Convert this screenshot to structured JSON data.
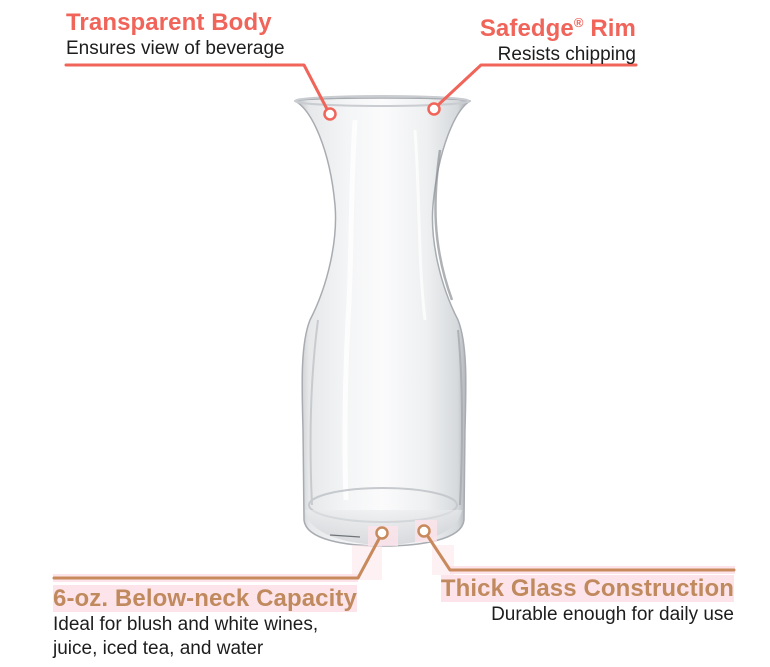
{
  "colors": {
    "accent_top": "#f0645a",
    "accent_bottom_title": "#c08a5e",
    "accent_bottom_line": "#c88a5c",
    "highlight": "#fde4ea",
    "body_text": "#1d1d1d",
    "background": "#ffffff"
  },
  "product": {
    "image_description": "clear glass carafe with flared rim, narrow neck and rounded body"
  },
  "callouts": {
    "transparent_body": {
      "title": "Transparent Body",
      "description": "Ensures view of beverage"
    },
    "safedge_rim": {
      "title_prefix": "Safedge",
      "trademark": "®",
      "title_suffix": " Rim",
      "description": "Resists chipping"
    },
    "capacity": {
      "title": "6-oz. Below-neck Capacity",
      "description_line1": "Ideal for blush and white wines,",
      "description_line2": "juice, iced tea, and water"
    },
    "thick_glass": {
      "title": "Thick Glass Construction",
      "description": "Durable enough for daily use"
    }
  }
}
